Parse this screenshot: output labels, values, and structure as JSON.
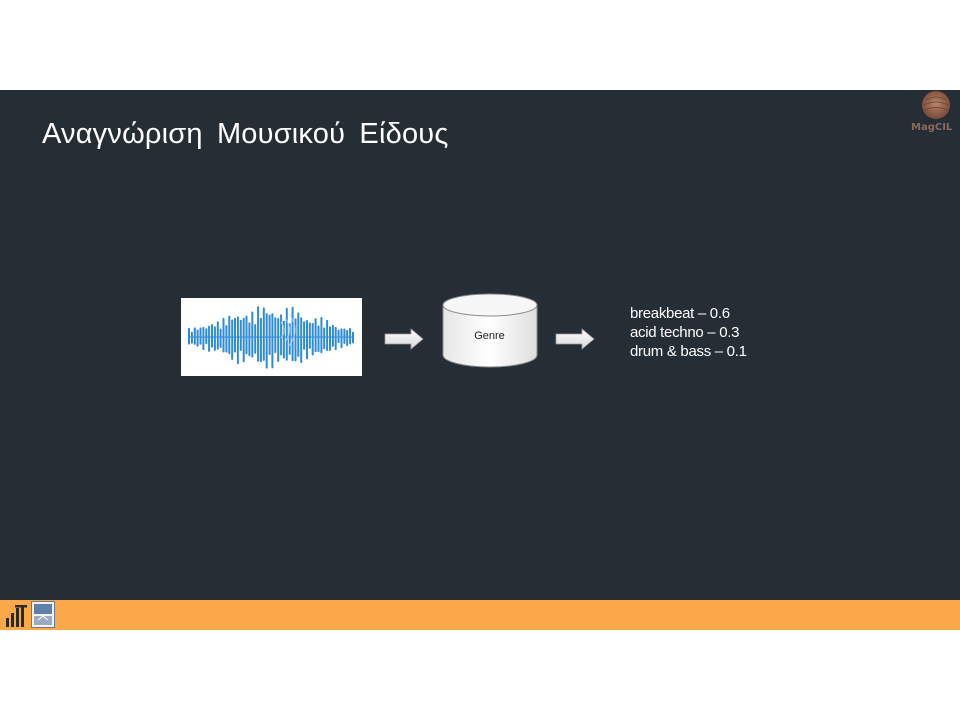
{
  "slide": {
    "title": "Αναγνώριση Μουσικού Είδους",
    "logo_text": "MagCIL"
  },
  "diagram": {
    "input_icon": "sound-wave-icon",
    "arrow_icon": "right-arrow-icon",
    "model_icon": "database-cylinder-icon",
    "model_label": "Genre",
    "results": [
      "breakbeat – 0.6",
      "acid techno – 0.3",
      "drum & bass – 0.1"
    ]
  },
  "colors": {
    "slide_background": "#252d35",
    "footer_bar": "#fba948",
    "wave_blue": "#2e8bd6",
    "text": "#ffffff"
  }
}
